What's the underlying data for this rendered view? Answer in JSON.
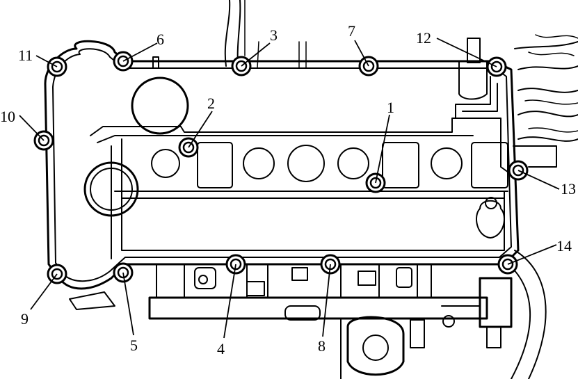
{
  "diagram": {
    "subject": "engine-cylinder-head-cover-bolt-sequence",
    "callouts": [
      {
        "id": "c1",
        "label": "1"
      },
      {
        "id": "c2",
        "label": "2"
      },
      {
        "id": "c3",
        "label": "3"
      },
      {
        "id": "c4",
        "label": "4"
      },
      {
        "id": "c5",
        "label": "5"
      },
      {
        "id": "c6",
        "label": "6"
      },
      {
        "id": "c7",
        "label": "7"
      },
      {
        "id": "c8",
        "label": "8"
      },
      {
        "id": "c9",
        "label": "9"
      },
      {
        "id": "c10",
        "label": "10"
      },
      {
        "id": "c11",
        "label": "11"
      },
      {
        "id": "c12",
        "label": "12"
      },
      {
        "id": "c13",
        "label": "13"
      },
      {
        "id": "c14",
        "label": "14"
      }
    ],
    "icons": {
      "bolt": "bolt-icon"
    },
    "colors": {
      "line": "#000000",
      "background": "#ffffff"
    }
  }
}
